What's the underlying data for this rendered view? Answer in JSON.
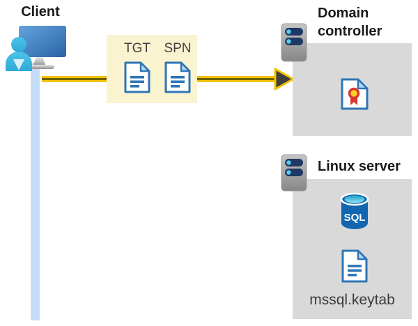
{
  "client": {
    "label": "Client"
  },
  "tickets": {
    "items": [
      {
        "label": "TGT"
      },
      {
        "label": "SPN"
      }
    ]
  },
  "domain_controller": {
    "label": "Domain controller"
  },
  "linux_server": {
    "label": "Linux server",
    "database_label": "SQL",
    "keytab_filename": "mssql.keytab"
  },
  "icons": {
    "client": "person-at-computer-icon",
    "connection": "client-connection-line",
    "arrow": "auth-request-arrow",
    "ticket": "document-icon",
    "server": "server-icon",
    "certificate": "certificate-icon",
    "database": "sql-database-icon"
  },
  "colors": {
    "highlight_box": "#FAF3CF",
    "arrow_gold": "#F3C300",
    "arrow_core": "#6E6100",
    "arrowhead_fill": "#3F3F3F",
    "group_box": "#D9D9D9",
    "client_line": "#C5DCF7",
    "doc_blue": "#2E75B6",
    "doc_fold": "#B9D7F0",
    "person_cyan": "#3FBDE3",
    "monitor_blue": "#2A63A7",
    "sql_body_blue": "#1166AF",
    "sql_top_cyan": "#36B3D6",
    "server_bar_navy": "#1F3864",
    "server_dot_cyan": "#56CCF2",
    "rosette_red": "#D9372E",
    "rosette_yellow": "#FFCE29",
    "title_text": "#1A1A1A",
    "body_text": "#404040"
  }
}
